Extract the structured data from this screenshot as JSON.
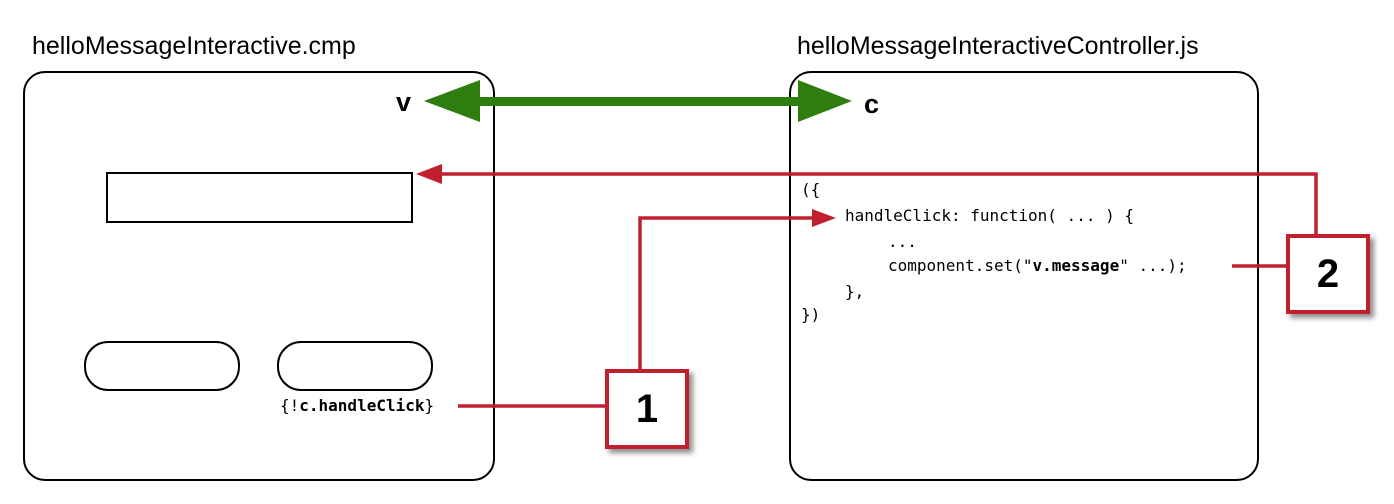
{
  "view": {
    "filename": "helloMessageInteractive.cmp",
    "letter": "v",
    "handler_expr_open": "{!",
    "handler_expr_bold": "c.handleClick",
    "handler_expr_close": "}"
  },
  "controller": {
    "filename": "helloMessageInteractiveController.js",
    "letter": "c",
    "code": {
      "line1": "({",
      "line2": "handleClick: function( ... ) {",
      "line3": "...",
      "line4_pre": "component.set(\"",
      "line4_bold": "v.message",
      "line4_post": "\" ...);",
      "line5": "},",
      "line6": "})"
    }
  },
  "steps": [
    {
      "label": "1"
    },
    {
      "label": "2"
    }
  ],
  "colors": {
    "link_arrow": "#2e7d0e",
    "step_red": "#c0202e"
  }
}
